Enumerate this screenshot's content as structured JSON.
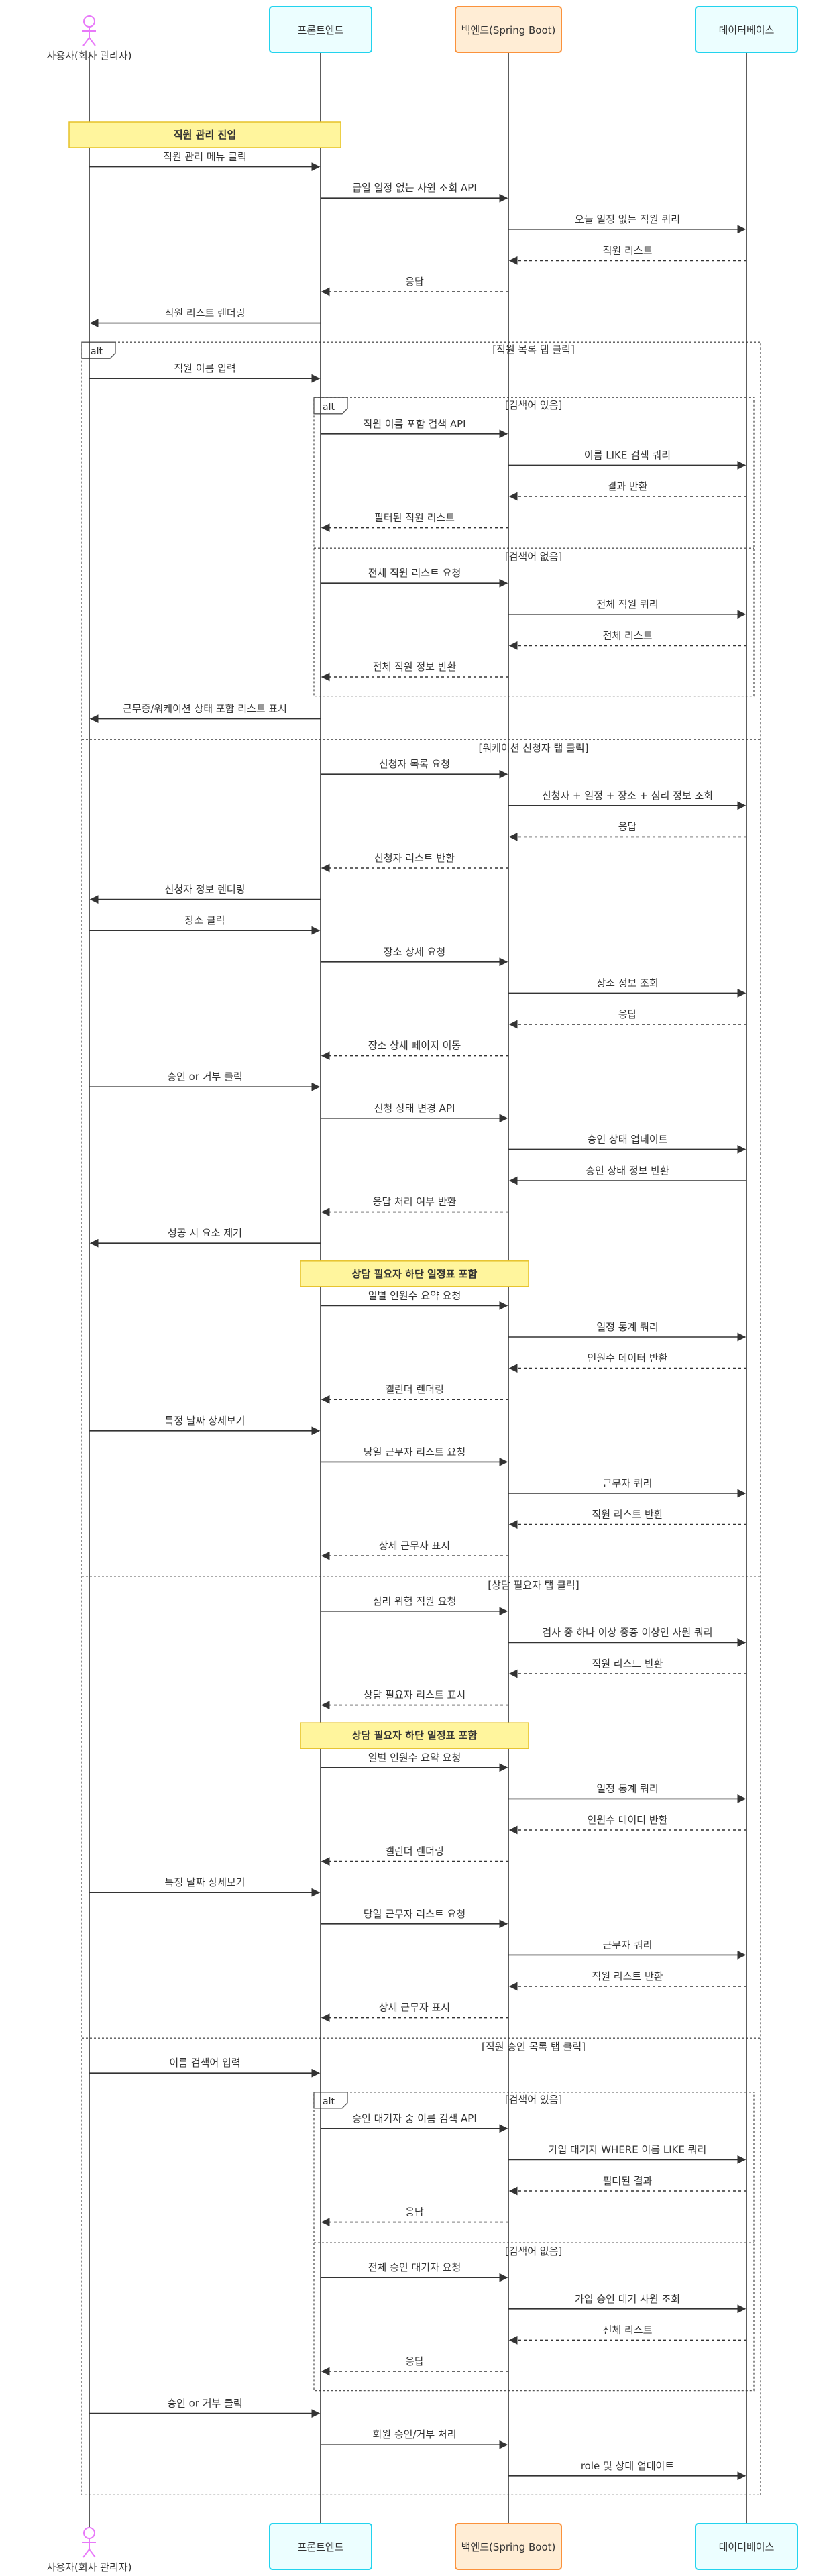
{
  "participants": [
    {
      "id": "U",
      "label": "사용자(회사 관리자)",
      "kind": "actor",
      "color": "#e879f9"
    },
    {
      "id": "F",
      "label": "프론트엔드",
      "kind": "box",
      "fill": "#ecfeff",
      "stroke": "#22d3ee"
    },
    {
      "id": "B",
      "label": "백엔드(Spring Boot)",
      "kind": "box",
      "fill": "#ffedd5",
      "stroke": "#fb923c"
    },
    {
      "id": "D",
      "label": "데이터베이스",
      "kind": "box",
      "fill": "#ecfeff",
      "stroke": "#22d3ee"
    }
  ],
  "colors": {
    "lifeline": "#333333",
    "arrow": "#333333",
    "note_fill": "#fff59d",
    "note_stroke": "#e6c229",
    "frame": "#555555",
    "text": "#333333"
  },
  "elements": [
    {
      "t": "note",
      "p": [
        "U",
        "F"
      ],
      "text": "직원 관리 진입"
    },
    {
      "t": "msg",
      "from": "U",
      "to": "F",
      "text": "직원 관리 메뉴 클릭"
    },
    {
      "t": "msg",
      "from": "F",
      "to": "B",
      "text": "급일 일정 없는 사원 조회 API"
    },
    {
      "t": "msg",
      "from": "B",
      "to": "D",
      "text": "오늘 일정 없는 직원 쿼리"
    },
    {
      "t": "ret",
      "from": "D",
      "to": "B",
      "text": "직원 리스트"
    },
    {
      "t": "ret",
      "from": "B",
      "to": "F",
      "text": "응답"
    },
    {
      "t": "msg",
      "from": "F",
      "to": "U",
      "text": "직원 리스트 렌더링"
    },
    {
      "t": "alt",
      "id": "alt1",
      "kw": "alt",
      "cond": "[직원 목록 탭 클릭]",
      "level": 0
    },
    {
      "t": "msg",
      "from": "U",
      "to": "F",
      "text": "직원 이름 입력"
    },
    {
      "t": "alt",
      "id": "alt2",
      "kw": "alt",
      "cond": "[검색어 있음]",
      "level": 1
    },
    {
      "t": "msg",
      "from": "F",
      "to": "B",
      "text": "직원 이름 포함 검색 API"
    },
    {
      "t": "msg",
      "from": "B",
      "to": "D",
      "text": "이름 LIKE 검색 쿼리"
    },
    {
      "t": "ret",
      "from": "D",
      "to": "B",
      "text": "결과 반환"
    },
    {
      "t": "ret",
      "from": "B",
      "to": "F",
      "text": "필터된 직원 리스트"
    },
    {
      "t": "else",
      "id": "alt2",
      "cond": "[검색어 없음]"
    },
    {
      "t": "msg",
      "from": "F",
      "to": "B",
      "text": "전체 직원 리스트 요청"
    },
    {
      "t": "msg",
      "from": "B",
      "to": "D",
      "text": "전체 직원 쿼리"
    },
    {
      "t": "ret",
      "from": "D",
      "to": "B",
      "text": "전체 리스트"
    },
    {
      "t": "ret",
      "from": "B",
      "to": "F",
      "text": "전체 직원 정보 반환"
    },
    {
      "t": "end",
      "id": "alt2"
    },
    {
      "t": "msg",
      "from": "F",
      "to": "U",
      "text": "근무중/워케이션 상태 포함 리스트 표시"
    },
    {
      "t": "else",
      "id": "alt1",
      "cond": "[워케이션 신청자 탭 클릭]"
    },
    {
      "t": "msg",
      "from": "F",
      "to": "B",
      "text": "신청자 목록 요청"
    },
    {
      "t": "msg",
      "from": "B",
      "to": "D",
      "text": "신청자 + 일정 + 장소 + 심리 정보 조회"
    },
    {
      "t": "ret",
      "from": "D",
      "to": "B",
      "text": "응답"
    },
    {
      "t": "ret",
      "from": "B",
      "to": "F",
      "text": "신청자 리스트 반환"
    },
    {
      "t": "msg",
      "from": "F",
      "to": "U",
      "text": "신청자 정보 렌더링"
    },
    {
      "t": "msg",
      "from": "U",
      "to": "F",
      "text": "장소 클릭"
    },
    {
      "t": "msg",
      "from": "F",
      "to": "B",
      "text": "장소 상세 요청"
    },
    {
      "t": "msg",
      "from": "B",
      "to": "D",
      "text": "장소 정보 조회"
    },
    {
      "t": "ret",
      "from": "D",
      "to": "B",
      "text": "응답"
    },
    {
      "t": "ret",
      "from": "B",
      "to": "F",
      "text": "장소 상세 페이지 이동"
    },
    {
      "t": "msg",
      "from": "U",
      "to": "F",
      "text": "승인 or 거부 클릭"
    },
    {
      "t": "msg",
      "from": "F",
      "to": "B",
      "text": "신청 상태 변경 API"
    },
    {
      "t": "msg",
      "from": "B",
      "to": "D",
      "text": "승인 상태 업데이트"
    },
    {
      "t": "msg",
      "from": "D",
      "to": "B",
      "text": "승인 상태 정보 반환"
    },
    {
      "t": "ret",
      "from": "B",
      "to": "F",
      "text": "응답 처리 여부 반환"
    },
    {
      "t": "msg",
      "from": "F",
      "to": "U",
      "text": "성공 시 요소 제거"
    },
    {
      "t": "note",
      "p": [
        "F",
        "B"
      ],
      "text": "상담 필요자 하단 일정표 포함"
    },
    {
      "t": "msg",
      "from": "F",
      "to": "B",
      "text": "일별 인원수 요약 요청"
    },
    {
      "t": "msg",
      "from": "B",
      "to": "D",
      "text": "일정 통계 쿼리"
    },
    {
      "t": "ret",
      "from": "D",
      "to": "B",
      "text": "인원수 데이터 반환"
    },
    {
      "t": "ret",
      "from": "B",
      "to": "F",
      "text": "캘린더 렌더링"
    },
    {
      "t": "msg",
      "from": "U",
      "to": "F",
      "text": "특정 날짜 상세보기"
    },
    {
      "t": "msg",
      "from": "F",
      "to": "B",
      "text": "당일 근무자 리스트 요청"
    },
    {
      "t": "msg",
      "from": "B",
      "to": "D",
      "text": "근무자 쿼리"
    },
    {
      "t": "ret",
      "from": "D",
      "to": "B",
      "text": "직원 리스트 반환"
    },
    {
      "t": "ret",
      "from": "B",
      "to": "F",
      "text": "상세 근무자 표시"
    },
    {
      "t": "else",
      "id": "alt1",
      "cond": "[상담 필요자 탭 클릭]"
    },
    {
      "t": "msg",
      "from": "F",
      "to": "B",
      "text": "심리 위험 직원 요청"
    },
    {
      "t": "msg",
      "from": "B",
      "to": "D",
      "text": "검사 중 하나 이상 중증 이상인 사원 쿼리"
    },
    {
      "t": "ret",
      "from": "D",
      "to": "B",
      "text": "직원 리스트 반환"
    },
    {
      "t": "ret",
      "from": "B",
      "to": "F",
      "text": "상담 필요자 리스트 표시"
    },
    {
      "t": "note",
      "p": [
        "F",
        "B"
      ],
      "text": "상담 필요자 하단 일정표 포함"
    },
    {
      "t": "msg",
      "from": "F",
      "to": "B",
      "text": "일별 인원수 요약 요청"
    },
    {
      "t": "msg",
      "from": "B",
      "to": "D",
      "text": "일정 통계 쿼리"
    },
    {
      "t": "ret",
      "from": "D",
      "to": "B",
      "text": "인원수 데이터 반환"
    },
    {
      "t": "ret",
      "from": "B",
      "to": "F",
      "text": "캘린더 렌더링"
    },
    {
      "t": "msg",
      "from": "U",
      "to": "F",
      "text": "특정 날짜 상세보기"
    },
    {
      "t": "msg",
      "from": "F",
      "to": "B",
      "text": "당일 근무자 리스트 요청"
    },
    {
      "t": "msg",
      "from": "B",
      "to": "D",
      "text": "근무자 쿼리"
    },
    {
      "t": "ret",
      "from": "D",
      "to": "B",
      "text": "직원 리스트 반환"
    },
    {
      "t": "ret",
      "from": "B",
      "to": "F",
      "text": "상세 근무자 표시"
    },
    {
      "t": "else",
      "id": "alt1",
      "cond": "[직원 승인 목록 탭 클릭]"
    },
    {
      "t": "msg",
      "from": "U",
      "to": "F",
      "text": "이름 검색어 입력"
    },
    {
      "t": "alt",
      "id": "alt3",
      "kw": "alt",
      "cond": "[검색어 있음]",
      "level": 1
    },
    {
      "t": "msg",
      "from": "F",
      "to": "B",
      "text": "승인 대기자 중 이름 검색 API"
    },
    {
      "t": "msg",
      "from": "B",
      "to": "D",
      "text": "가입 대기자 WHERE 이름 LIKE 쿼리"
    },
    {
      "t": "ret",
      "from": "D",
      "to": "B",
      "text": "필터된 결과"
    },
    {
      "t": "ret",
      "from": "B",
      "to": "F",
      "text": "응답"
    },
    {
      "t": "else",
      "id": "alt3",
      "cond": "[검색어 없음]"
    },
    {
      "t": "msg",
      "from": "F",
      "to": "B",
      "text": "전체 승인 대기자 요청"
    },
    {
      "t": "msg",
      "from": "B",
      "to": "D",
      "text": "가입 승인 대기 사원 조회"
    },
    {
      "t": "ret",
      "from": "D",
      "to": "B",
      "text": "전체 리스트"
    },
    {
      "t": "ret",
      "from": "B",
      "to": "F",
      "text": "응답"
    },
    {
      "t": "end",
      "id": "alt3"
    },
    {
      "t": "msg",
      "from": "U",
      "to": "F",
      "text": "승인 or 거부 클릭"
    },
    {
      "t": "msg",
      "from": "F",
      "to": "B",
      "text": "회원 승인/거부 처리"
    },
    {
      "t": "msg",
      "from": "B",
      "to": "D",
      "text": "role 및 상태 업데이트"
    },
    {
      "t": "end",
      "id": "alt1"
    }
  ]
}
